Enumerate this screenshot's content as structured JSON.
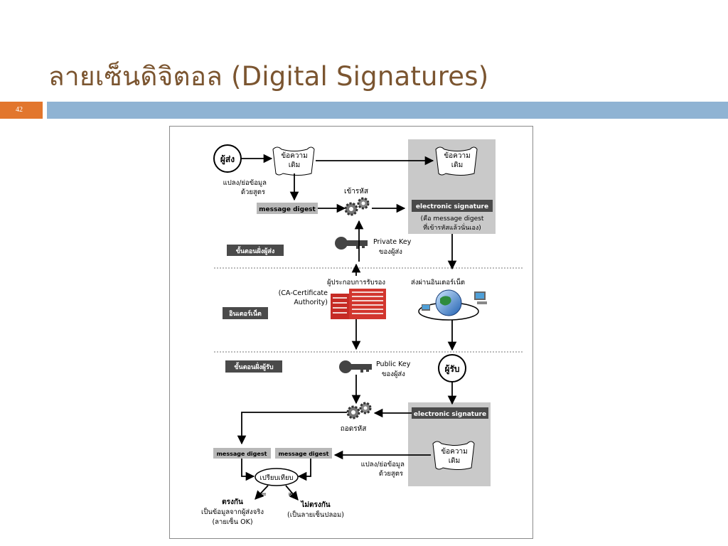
{
  "slide": {
    "title": "ลายเซ็นดิจิตอล (Digital Signatures)",
    "page_number": "42"
  },
  "diagram": {
    "sender": "ผู้ส่ง",
    "receiver": "ผู้รับ",
    "original_msg_line1": "ข้อความ",
    "original_msg_line2": "เดิม",
    "hash_label_line1": "แปลง/ย่อข้อมูล",
    "hash_label_line2": "ด้วยสูตร",
    "encrypt_label": "เข้ารหัส",
    "decrypt_label": "ถอดรหัส",
    "message_digest": "message digest",
    "electronic_signature": "electronic signature",
    "esig_note_line1": "(คือ message digest",
    "esig_note_line2": "ที่เข้ารหัสแล้วนั่นเอง)",
    "private_key_line1": "Private Key",
    "private_key_line2": "ของผู้ส่ง",
    "public_key_line1": "Public Key",
    "public_key_line2": "ของผู้ส่ง",
    "sender_side": "ขั้นตอนฝั่งผู้ส่ง",
    "internet": "อินเตอร์เน็ต",
    "receiver_side": "ขั้นตอนฝั่งผู้รับ",
    "ca_provider": "ผู้ประกอบการรับรอง",
    "ca_line1": "(CA-Certificate",
    "ca_line2": "Authority)",
    "send_via_internet": "ส่งผ่านอินเตอร์เน็ต",
    "compare": "เปรียบเทียบ",
    "match": "ตรงกัน",
    "match_desc_line1": "เป็นข้อมูลจากผู้ส่งจริง",
    "match_desc_line2": "(ลายเซ็น OK)",
    "mismatch": "ไม่ตรงกัน",
    "mismatch_desc": "(เป็นลายเซ็นปลอม)",
    "equal_sign": "=",
    "not_equal_sign": "≠"
  },
  "colors": {
    "title": "#7b5530",
    "badge": "#e2762d",
    "band": "#8fb3d3",
    "dark_label": "#4a4a4a",
    "light_label": "#b8b8b8",
    "panel": "#c9c9c9",
    "building": "#c62b25"
  }
}
